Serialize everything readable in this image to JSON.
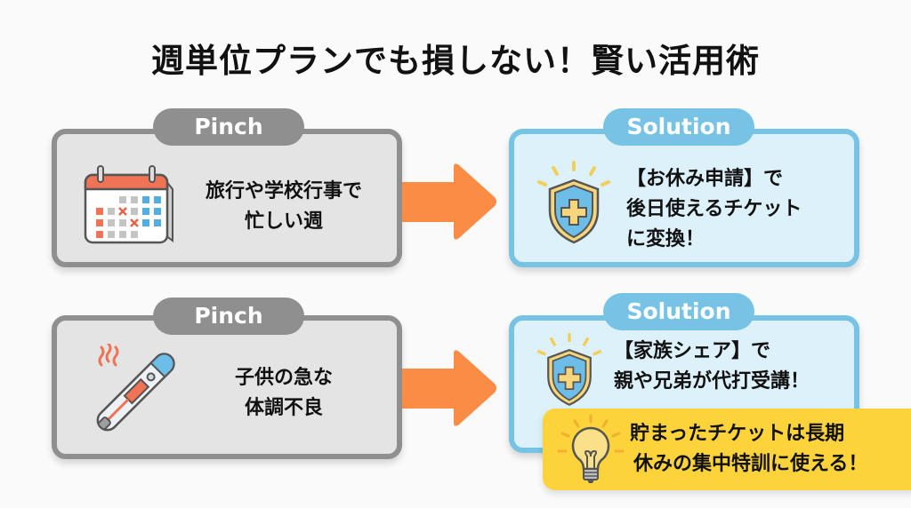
{
  "title": "週単位プランでも損しない！賢い活用術",
  "rows": [
    {
      "pinch": {
        "badge": "Pinch",
        "icon": "calendar-icon",
        "lines": [
          "旅行や学校行事で",
          "忙しい週"
        ]
      },
      "arrow_icon": "arrow-right-icon",
      "solution": {
        "badge": "Solution",
        "icon": "shield-plus-icon",
        "lines": [
          "【お休み申請】で",
          "後日使えるチケット",
          "に変換！"
        ]
      }
    },
    {
      "pinch": {
        "badge": "Pinch",
        "icon": "thermometer-icon",
        "lines": [
          "子供の急な",
          "体調不良"
        ]
      },
      "arrow_icon": "arrow-right-icon",
      "solution": {
        "badge": "Solution",
        "icon": "shield-plus-icon",
        "lines": [
          "【家族シェア】で",
          "親や兄弟が代打受講！"
        ]
      }
    }
  ],
  "tip": {
    "icon": "lightbulb-icon",
    "lines": [
      "貯まったチケットは長期",
      "休みの集中特訓に使える！"
    ]
  },
  "colors": {
    "pinch_border": "#8f8f8f",
    "pinch_fill": "#e4e4e4",
    "solution_border": "#77c3e6",
    "solution_fill": "#ddf1fb",
    "arrow": "#fb8c45",
    "tip_fill": "#fcd33a"
  }
}
